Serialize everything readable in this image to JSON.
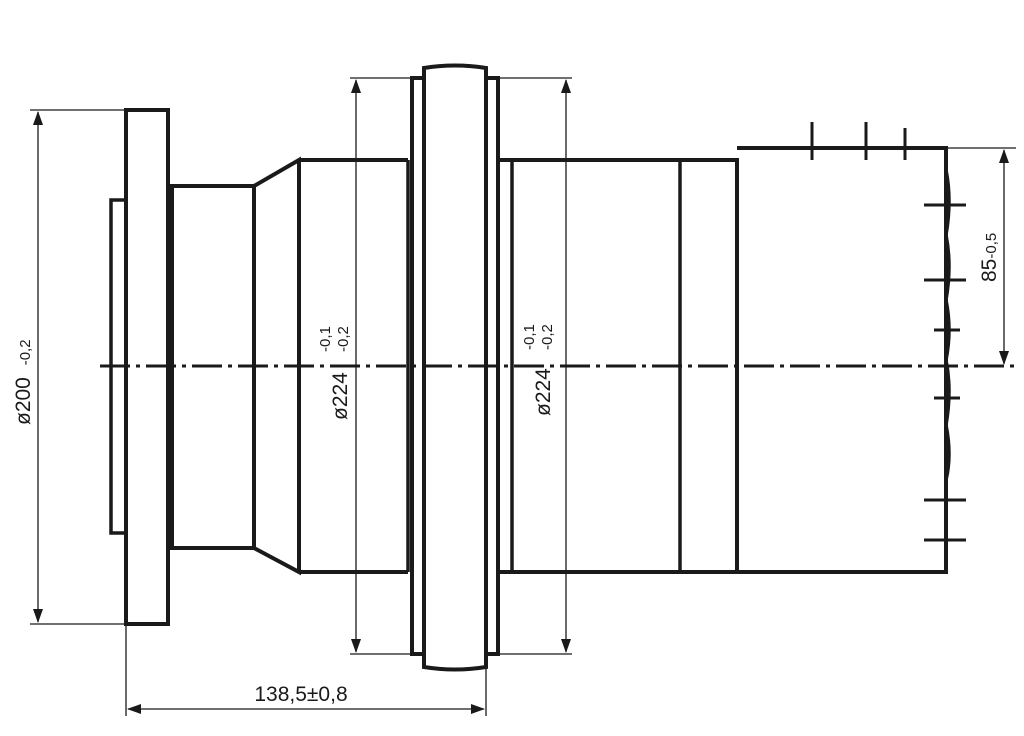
{
  "dimensions": {
    "flange_diameter": {
      "symbol": "ø",
      "nominal": "200",
      "tolerance": "-0,2"
    },
    "seat_diameter_left": {
      "symbol": "ø",
      "nominal": "224",
      "upper_tolerance": "-0,1",
      "lower_tolerance": "-0,2"
    },
    "seat_diameter_right": {
      "symbol": "ø",
      "nominal": "224",
      "upper_tolerance": "-0,1",
      "lower_tolerance": "-0,2"
    },
    "shaft_offset": {
      "nominal": "85",
      "tolerance": "-0,5"
    },
    "mounting_length": {
      "value": "138,5±0,8"
    }
  }
}
